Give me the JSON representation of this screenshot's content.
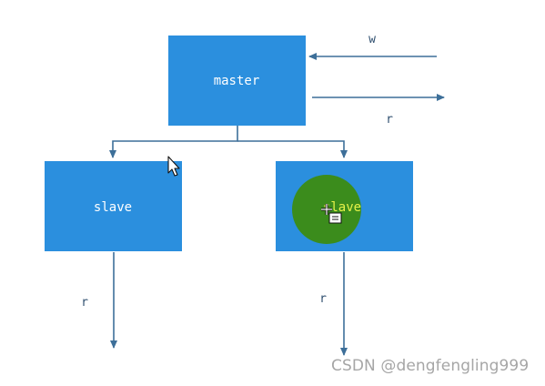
{
  "colors": {
    "node_fill": "#2b8fde",
    "node_text": "#ffffff",
    "edge": "#3d6f99",
    "label": "#2f4f6f",
    "highlight_fill": "#3b8c1c",
    "highlight_text": "#e6f24a"
  },
  "nodes": {
    "master": {
      "label": "master"
    },
    "slave_left": {
      "label": "slave"
    },
    "slave_right": {
      "label": "slave"
    }
  },
  "edges": {
    "write_in": {
      "label": "w"
    },
    "read_out": {
      "label": "r"
    },
    "left_read": {
      "label": "r"
    },
    "right_read": {
      "label": "r"
    }
  },
  "overlay": {
    "cursor_icon": "arrow-cursor-icon",
    "drag_icon": "drag-copy-cursor-icon"
  },
  "watermark": {
    "text": "CSDN @dengfengling999"
  }
}
